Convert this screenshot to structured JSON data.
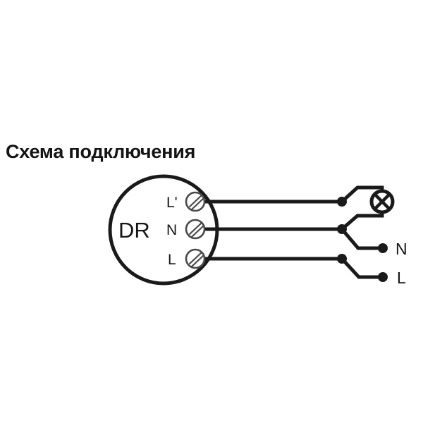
{
  "page": {
    "background_color": "#ffffff",
    "line_color": "#1a1a1a",
    "text_color": "#151515"
  },
  "title": {
    "text": "Схема подключения"
  },
  "device": {
    "name": "DR",
    "shape": "circle",
    "terminals": [
      {
        "id": "terminal-l-prime",
        "label": "L'",
        "symbol": "screw-terminal"
      },
      {
        "id": "terminal-n",
        "label": "N",
        "symbol": "screw-terminal"
      },
      {
        "id": "terminal-l",
        "label": "L",
        "symbol": "screw-terminal"
      }
    ]
  },
  "load": {
    "symbol": "lamp-icon",
    "description": "lamp"
  },
  "supply": {
    "terminals": [
      {
        "id": "supply-n",
        "label": "N"
      },
      {
        "id": "supply-l",
        "label": "L"
      }
    ]
  },
  "junctions": [
    {
      "id": "junction-l-prime",
      "connects": "lamp"
    },
    {
      "id": "junction-n",
      "connects": "lamp-and-supply-n"
    },
    {
      "id": "junction-l",
      "connects": "supply-l"
    }
  ]
}
